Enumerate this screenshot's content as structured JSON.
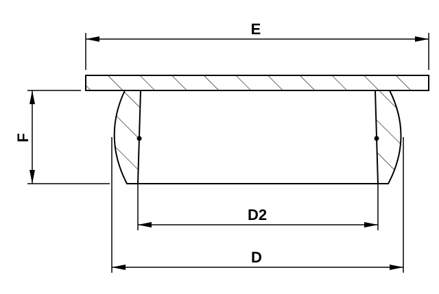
{
  "diagram": {
    "type": "technical-drawing",
    "subject": "flanged bulb plug / cap cross-section",
    "line_color": "#000000",
    "background": "#ffffff",
    "dimensions": {
      "E": {
        "label": "E",
        "meaning": "flange overall width"
      },
      "F": {
        "label": "F",
        "meaning": "body height below flange"
      },
      "D2": {
        "label": "D2",
        "meaning": "inner diameter"
      },
      "D": {
        "label": "D",
        "meaning": "outer bulb diameter"
      }
    }
  }
}
